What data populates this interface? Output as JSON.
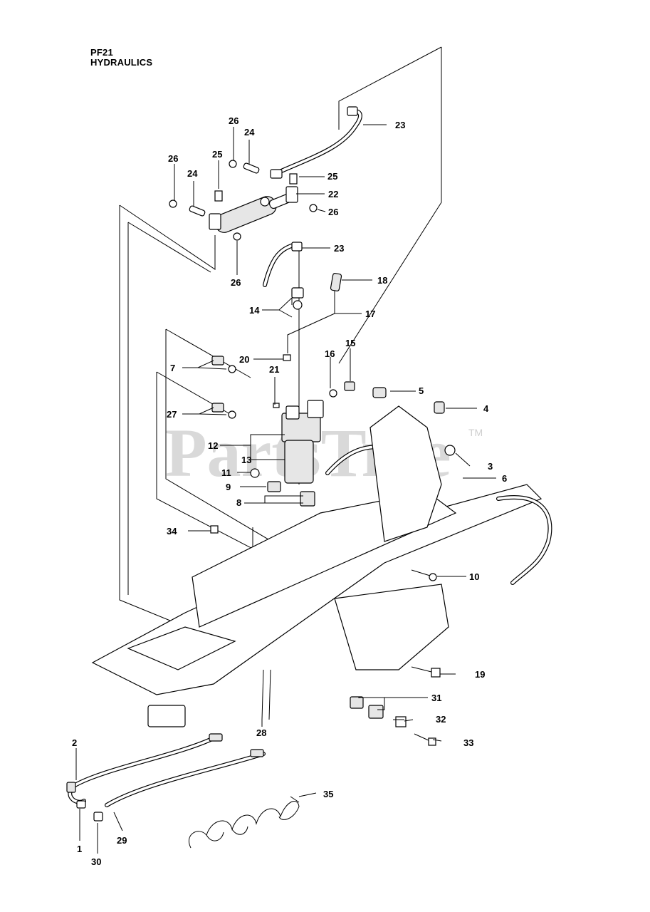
{
  "header": {
    "page_code": "PF21",
    "section_title": "HYDRAULICS"
  },
  "watermark": {
    "text": "PartsTree",
    "trademark": "TM"
  },
  "callouts": [
    {
      "number": "1"
    },
    {
      "number": "2"
    },
    {
      "number": "3"
    },
    {
      "number": "4"
    },
    {
      "number": "5"
    },
    {
      "number": "6"
    },
    {
      "number": "7"
    },
    {
      "number": "8"
    },
    {
      "number": "9"
    },
    {
      "number": "10"
    },
    {
      "number": "11"
    },
    {
      "number": "12"
    },
    {
      "number": "13"
    },
    {
      "number": "14"
    },
    {
      "number": "15"
    },
    {
      "number": "16"
    },
    {
      "number": "17"
    },
    {
      "number": "18"
    },
    {
      "number": "19"
    },
    {
      "number": "20"
    },
    {
      "number": "21"
    },
    {
      "number": "22"
    },
    {
      "number": "23"
    },
    {
      "number": "23"
    },
    {
      "number": "24"
    },
    {
      "number": "24"
    },
    {
      "number": "25"
    },
    {
      "number": "25"
    },
    {
      "number": "26"
    },
    {
      "number": "26"
    },
    {
      "number": "26"
    },
    {
      "number": "26"
    },
    {
      "number": "27"
    },
    {
      "number": "28"
    },
    {
      "number": "29"
    },
    {
      "number": "30"
    },
    {
      "number": "31"
    },
    {
      "number": "32"
    },
    {
      "number": "33"
    },
    {
      "number": "34"
    },
    {
      "number": "35"
    }
  ]
}
